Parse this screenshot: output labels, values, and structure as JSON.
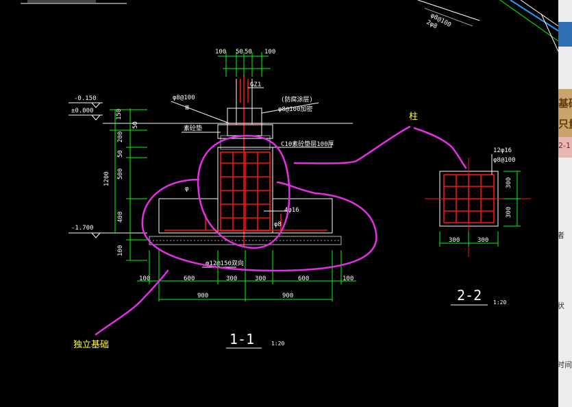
{
  "annotations": {
    "column_label": "柱",
    "foundation_label": "独立基础"
  },
  "section_1": {
    "title": "1-1",
    "scale": "1:20",
    "top_dims": [
      "100",
      "50",
      "50",
      "100"
    ],
    "bottom_dims_row1": [
      "100",
      "600",
      "300",
      "300",
      "600",
      "100"
    ],
    "bottom_dims_row2": [
      "900",
      "900"
    ],
    "side_dims": [
      "150",
      "50",
      "200",
      "50",
      "500",
      "1200",
      "400",
      "100"
    ],
    "elevations": [
      "-0.150",
      "±0.000",
      "-1.700"
    ],
    "notes": {
      "gz1": "GZ1",
      "left_note_1": "φ8@100",
      "left_note_2": "Ⅲ",
      "left_note_3": "素砼垫",
      "right_note_1": "(防腐涂层)",
      "right_note_2": "φ8@100加密",
      "right_note_3": "C10素砼垫层100厚",
      "bottom_note": "φ12@150双向",
      "inner_note_1": "4φ16",
      "inner_note_2": "φ8"
    }
  },
  "section_2": {
    "title": "2-2",
    "scale": "1:20",
    "dims_bottom": [
      "300",
      "300"
    ],
    "dims_right": [
      "300",
      "300"
    ],
    "note_1": "12φ16",
    "note_2": "φ8@100"
  },
  "side_panel": {
    "frag_1": "基础",
    "frag_2": "只量",
    "frag_3": "2-1",
    "frag_4": "者",
    "frag_5": "状",
    "frag_6": "时间"
  },
  "top_fragments": {
    "frag_1": "φ8@100",
    "frag_2": "2φ8"
  }
}
